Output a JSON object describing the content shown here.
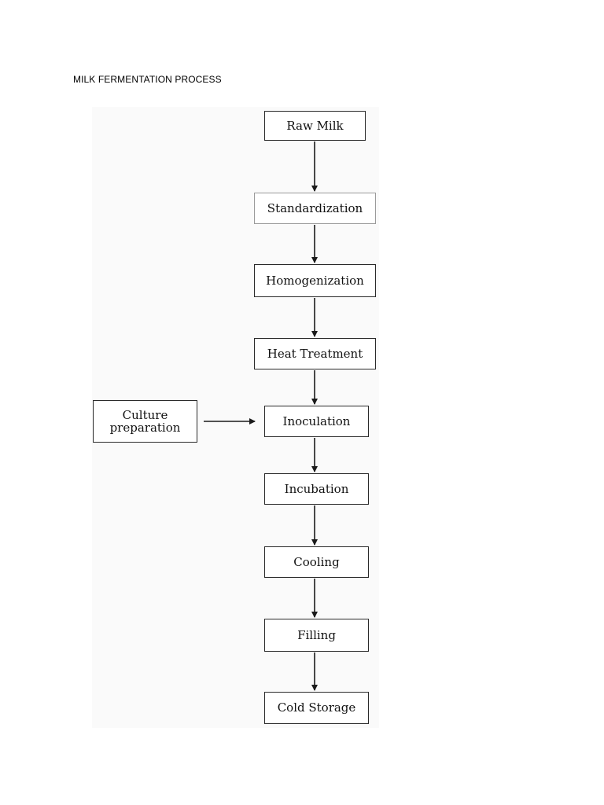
{
  "document": {
    "title": "MILK FERMENTATION PROCESS"
  },
  "diagram": {
    "steps": [
      {
        "id": "raw-milk",
        "label": "Raw Milk"
      },
      {
        "id": "standardization",
        "label": "Standardization"
      },
      {
        "id": "homogenization",
        "label": "Homogenization"
      },
      {
        "id": "heat-treatment",
        "label": "Heat Treatment"
      },
      {
        "id": "inoculation",
        "label": "Inoculation"
      },
      {
        "id": "incubation",
        "label": "Incubation"
      },
      {
        "id": "cooling",
        "label": "Cooling"
      },
      {
        "id": "filling",
        "label": "Filling"
      },
      {
        "id": "cold-storage",
        "label": "Cold Storage"
      }
    ],
    "side_input": {
      "id": "culture-preparation",
      "label": "Culture\npreparation"
    },
    "edges": [
      [
        "raw-milk",
        "standardization"
      ],
      [
        "standardization",
        "homogenization"
      ],
      [
        "homogenization",
        "heat-treatment"
      ],
      [
        "heat-treatment",
        "inoculation"
      ],
      [
        "culture-preparation",
        "inoculation"
      ],
      [
        "inoculation",
        "incubation"
      ],
      [
        "incubation",
        "cooling"
      ],
      [
        "cooling",
        "filling"
      ],
      [
        "filling",
        "cold-storage"
      ]
    ]
  }
}
